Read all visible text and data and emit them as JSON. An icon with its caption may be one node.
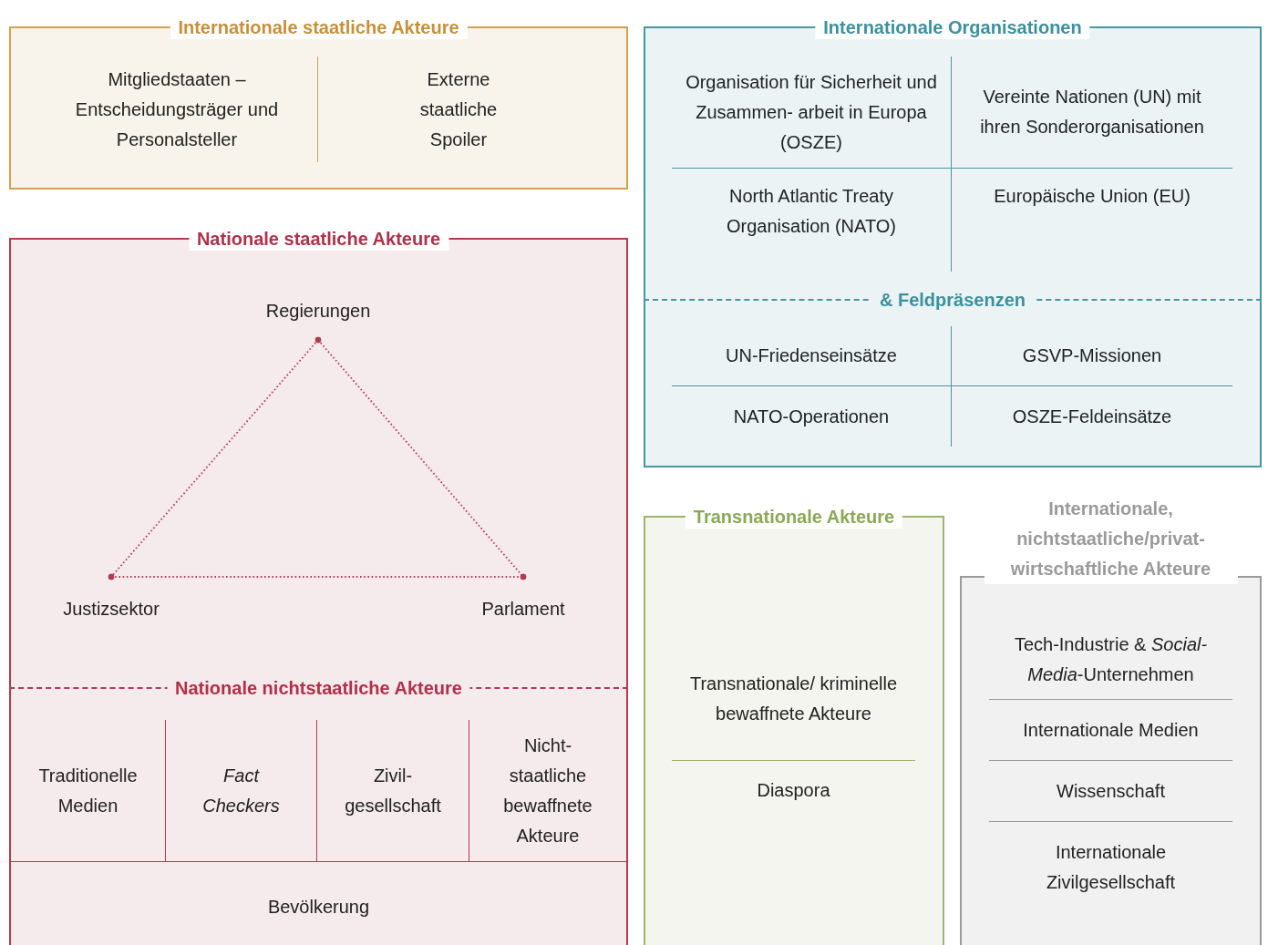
{
  "diagram": {
    "nodes": [
      {
        "text": [
          "Internationale staatliche Akteure"
        ]
      },
      {
        "text": [
          "Mitgliedstaaten – Entscheidungsträger und Personalsteller"
        ],
        "in": 0
      },
      {
        "text": [
          "Externe staatliche Spoiler"
        ],
        "in": 0
      },
      {
        "text": [
          "Internationale Organisationen"
        ]
      },
      {
        "text": [
          "Organisation für Sicherheit und Zusammen- arbeit in Europa (OSZE)"
        ],
        "in": 3
      },
      {
        "text": [
          "Vereinte Nationen (UN) mit ihren Sonderorganisationen"
        ],
        "in": 3
      },
      {
        "text": [
          "North Atlantic Treaty Organisation (NATO)"
        ],
        "in": 3
      },
      {
        "text": [
          "Europäische Union (EU)"
        ],
        "in": 3
      },
      {
        "text": [
          "& Feldpräsenzen"
        ],
        "in": 3
      },
      {
        "text": [
          "UN-Friedenseinsätze"
        ],
        "in": 8
      },
      {
        "text": [
          "GSVP-Missionen"
        ],
        "in": 8
      },
      {
        "text": [
          "NATO-Operationen"
        ],
        "in": 8
      },
      {
        "text": [
          "OSZE-Feldeinsätze"
        ],
        "in": 8
      },
      {
        "text": [
          "Nationale staatliche Akteure"
        ]
      },
      {
        "text": [
          "Regierungen"
        ],
        "in": 13
      },
      {
        "text": [
          "Justizsektor"
        ],
        "in": 13
      },
      {
        "text": [
          "Parlament"
        ],
        "in": 13
      },
      {
        "text": [
          "Nationale nichtstaatliche Akteure"
        ],
        "in": 13
      },
      {
        "text": [
          "Traditionelle Medien"
        ],
        "in": 17
      },
      {
        "text": [
          "Fact Checkers"
        ],
        "in": 17
      },
      {
        "text": [
          "Zivil- gesellschaft"
        ],
        "in": 17
      },
      {
        "text": [
          "Nicht- staatliche bewaffnete Akteure"
        ],
        "in": 17
      },
      {
        "text": [
          "Bevölkerung"
        ],
        "in": 13
      },
      {
        "text": [
          "Transnationale Akteure"
        ]
      },
      {
        "text": [
          "Transnationale/ kriminelle bewaffnete Akteure"
        ],
        "in": 23
      },
      {
        "text": [
          "Diaspora"
        ],
        "in": 23
      },
      {
        "text": [
          "Internationale, nichtstaatliche/privat- wirtschaftliche Akteure"
        ]
      },
      {
        "text": [
          "Tech-Industrie & *Social-Media*-Unternehmen"
        ],
        "in": 26
      },
      {
        "text": [
          "Internationale Medien"
        ],
        "in": 26
      },
      {
        "text": [
          "Wissenschaft"
        ],
        "in": 26
      },
      {
        "text": [
          "Internationale Zivilgesellschaft"
        ],
        "in": 26
      }
    ],
    "edges": [
      {
        "from": 14,
        "to": 15,
        "arrow": "other",
        "style": "dashed"
      },
      {
        "from": 14,
        "to": 16,
        "arrow": "other",
        "style": "dashed"
      },
      {
        "from": 15,
        "to": 16,
        "arrow": "other",
        "style": "dashed"
      }
    ]
  }
}
